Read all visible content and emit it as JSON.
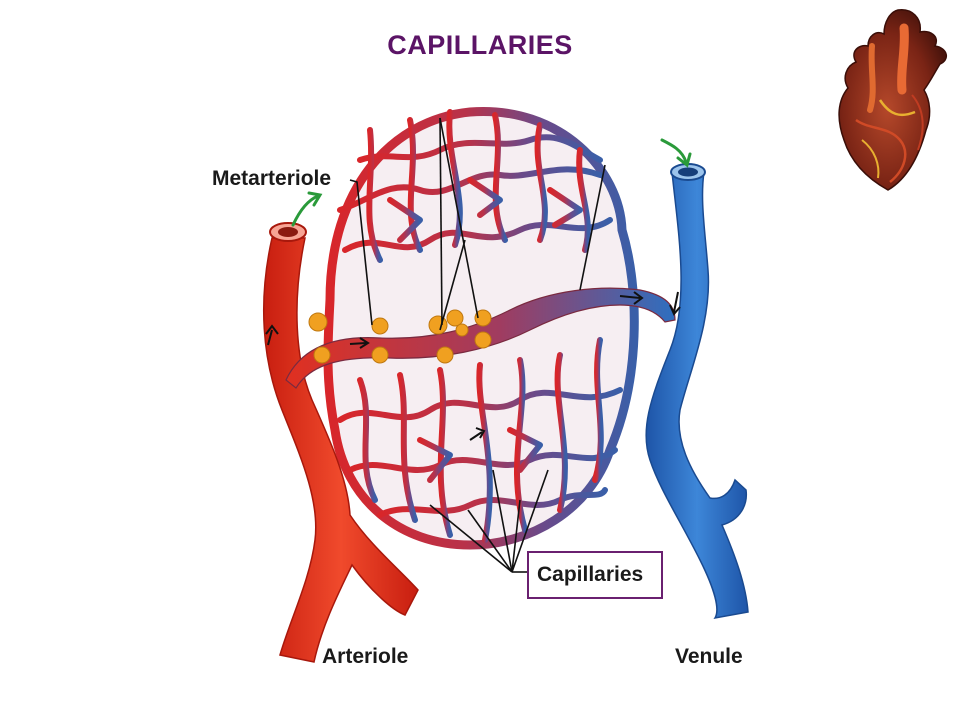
{
  "title": "CAPILLARIES",
  "labels": {
    "metarteriole": "Metarteriole",
    "capillaries": "Capillaries",
    "arteriole": "Arteriole",
    "venule": "Venule"
  },
  "colors": {
    "title": "#5b1466",
    "arterial": "#e8321e",
    "venous": "#2e6fc0",
    "sphincter": "#f0a020",
    "flow_arrow": "#2a9a3a",
    "highlight_box": "#6a2070"
  },
  "icons": [
    "heart-icon"
  ]
}
